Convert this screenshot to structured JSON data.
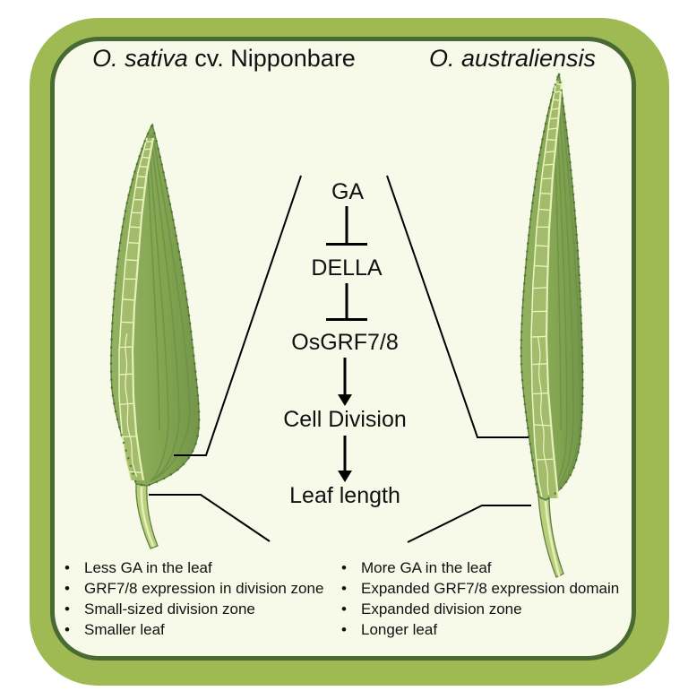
{
  "titles": {
    "left": {
      "italic": "O. sativa",
      "regular": " cv. Nipponbare"
    },
    "right": {
      "italic": "O. australiensis"
    }
  },
  "pathway": {
    "nodes": [
      "GA",
      "DELLA",
      "OsGRF7/8",
      "Cell Division",
      "Leaf length"
    ],
    "edges": [
      {
        "from": "GA",
        "to": "DELLA",
        "type": "inhibition"
      },
      {
        "from": "DELLA",
        "to": "OsGRF7/8",
        "type": "inhibition"
      },
      {
        "from": "OsGRF7/8",
        "to": "Cell Division",
        "type": "activation"
      },
      {
        "from": "Cell Division",
        "to": "Leaf length",
        "type": "activation"
      }
    ]
  },
  "lists": {
    "bullet_char": "•",
    "left": [
      "Less GA in the leaf",
      "GRF7/8 expression in division zone",
      "Small-sized division zone",
      "Smaller leaf"
    ],
    "right": [
      "More GA in the leaf",
      "Expanded GRF7/8 expression domain",
      "Expanded division zone",
      "Longer leaf"
    ]
  },
  "colors": {
    "frame_olive": "#9fba52",
    "frame_border": "#4a6a33",
    "panel_bg": "#f7fae8",
    "text": "#111111",
    "line": "#000000",
    "leaf_body": "#84a651",
    "leaf_body_light": "#93b261",
    "leaf_body_dark": "#73964a",
    "leaf_outline": "#5f8140",
    "leaf_serration": "#4d6f33",
    "leaf_vein": "#6e9148",
    "cell_band": "#a4bd6e",
    "cell_line": "#edf4c2",
    "petiole": "#b9cf7e",
    "petiole_stripe": "#e6efb9"
  }
}
